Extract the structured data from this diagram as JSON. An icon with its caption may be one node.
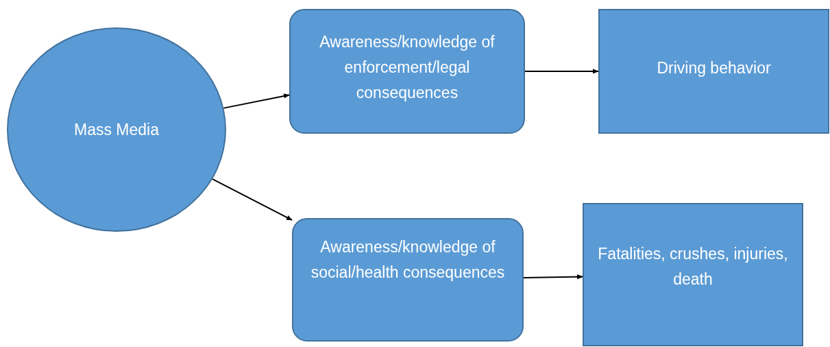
{
  "diagram": {
    "nodes": [
      {
        "text": [
          "Mass Media"
        ]
      },
      {
        "text": [
          "Awareness/knowledge of enforcement/legal consequences"
        ]
      },
      {
        "text": [
          "Driving behavior"
        ]
      },
      {
        "text": [
          "Awareness/knowledge of social/health consequences"
        ]
      },
      {
        "text": [
          "Fatalities, crushes, injuries, death"
        ]
      }
    ],
    "edges": [
      {
        "from": 0,
        "to": 1,
        "arrow": "to"
      },
      {
        "from": 1,
        "to": 2,
        "arrow": "to"
      },
      {
        "from": 0,
        "to": 3,
        "arrow": "to"
      },
      {
        "from": 3,
        "to": 4,
        "arrow": "to"
      }
    ]
  }
}
